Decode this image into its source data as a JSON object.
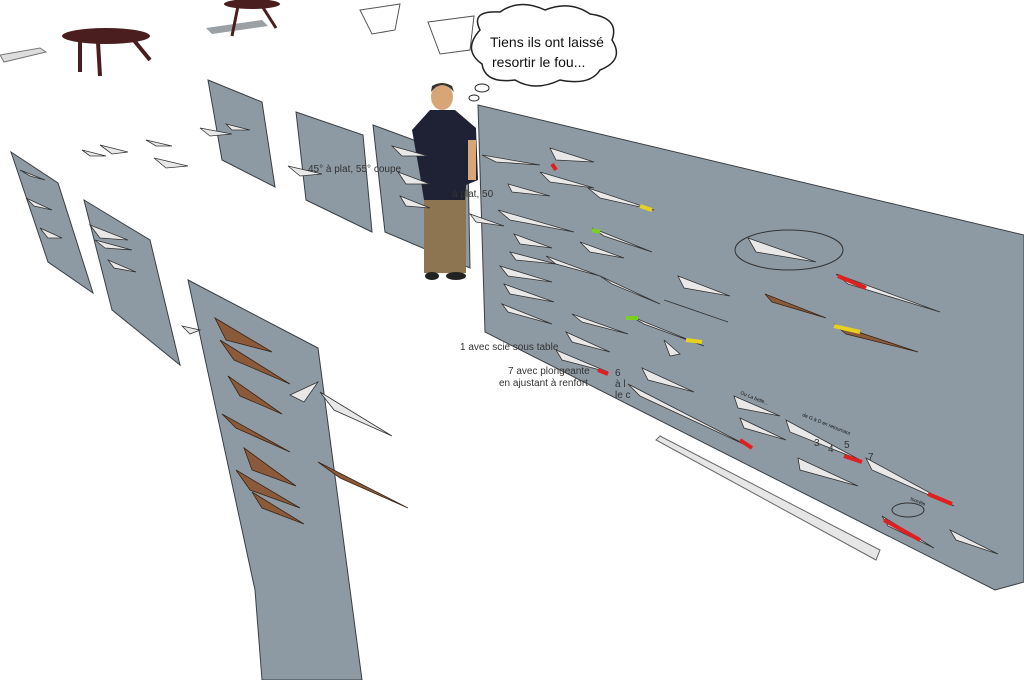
{
  "scene": {
    "speech_bubble": {
      "line1": "Tiens ils ont laissé",
      "line2": "resortir le fou..."
    },
    "annotations": {
      "angle_note": "45° à plat, 55° coupe",
      "angle_note_partial": "à plat, 50",
      "saw_note": "1 avec scie sous table",
      "plunge_note_1": "7 avec plongeante",
      "plunge_note_2": "en ajustant à renfort",
      "side_num": "6",
      "side_a": "à l",
      "side_b": "le c",
      "belle_note": "Ou La belle...",
      "order_note": "de G à D en retournant",
      "num3": "3",
      "num4": "4",
      "num5": "5",
      "num7": "7",
      "isocele": "Isocèle"
    },
    "colors": {
      "panel": "#8e9aa3",
      "edge_red": "#e02020",
      "edge_yellow": "#e8d020",
      "edge_green": "#7ad020",
      "wood": "#8a5a3a"
    }
  }
}
